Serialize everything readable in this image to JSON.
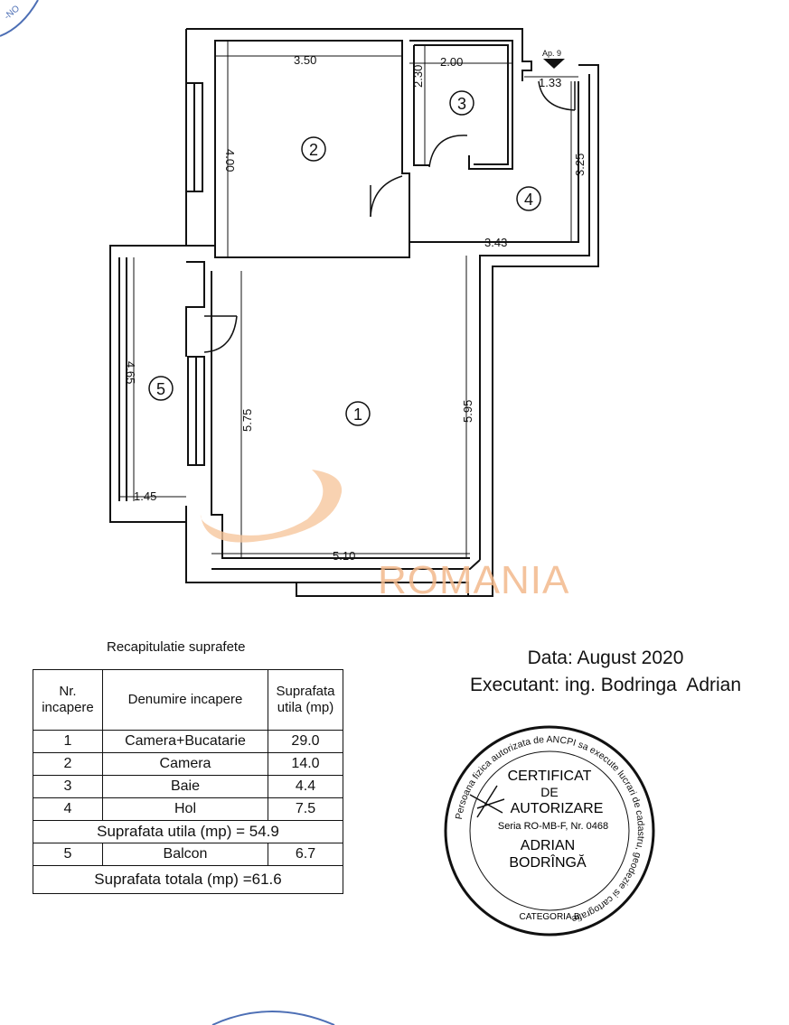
{
  "plan": {
    "dimensions": [
      "3.50",
      "2.00",
      "1.33",
      "4.00",
      "2.30",
      "3.25",
      "3.43",
      "4.65",
      "5.75",
      "5.95",
      "1.45",
      "5.10"
    ],
    "rooms": [
      "1",
      "2",
      "3",
      "4",
      "5"
    ],
    "apartment_marker": "Ap. 9",
    "watermark": "ROMANIA"
  },
  "table": {
    "title": "Recapitulatie suprafete",
    "headers": [
      "Nr. incapere",
      "Denumire incapere",
      "Suprafata utila (mp)"
    ],
    "rows": [
      {
        "nr": "1",
        "name": "Camera+Bucatarie",
        "area": "29.0"
      },
      {
        "nr": "2",
        "name": "Camera",
        "area": "14.0"
      },
      {
        "nr": "3",
        "name": "Baie",
        "area": "4.4"
      },
      {
        "nr": "4",
        "name": "Hol",
        "area": "7.5"
      }
    ],
    "subtotal": "Suprafata utila (mp) = 54.9",
    "balcony": {
      "nr": "5",
      "name": "Balcon",
      "area": "6.7"
    },
    "total": "Suprafata totala (mp) =61.6"
  },
  "info": {
    "date": "Data: August 2020",
    "executant": "Executant: ing. Bodringa  Adrian"
  },
  "seal": {
    "ring_text": "Persoana fizica autorizata de ANCPI sa execute lucrari de cadastru, geodezie si cartografie",
    "line1": "CERTIFICAT",
    "line2": "DE",
    "line3": "AUTORIZARE",
    "series": "Seria RO-MB-F, Nr. 0468",
    "name1": "ADRIAN",
    "name2": "BODRÎNGĂ",
    "category": "CATEGORIA B"
  }
}
